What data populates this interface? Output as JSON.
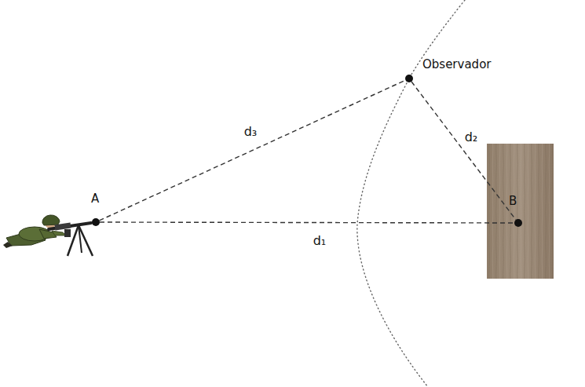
{
  "diagram": {
    "nodes": [
      {
        "text": [
          "A"
        ]
      },
      {
        "text": [
          "Observador"
        ]
      },
      {
        "text": [
          "B"
        ]
      }
    ],
    "edges": [
      {
        "from": 0,
        "to": 2,
        "arrow": "none",
        "label": "d₁"
      },
      {
        "from": 1,
        "to": 2,
        "arrow": "none",
        "label": "d₂"
      },
      {
        "from": 0,
        "to": 1,
        "arrow": "none",
        "label": "d₃"
      }
    ]
  }
}
